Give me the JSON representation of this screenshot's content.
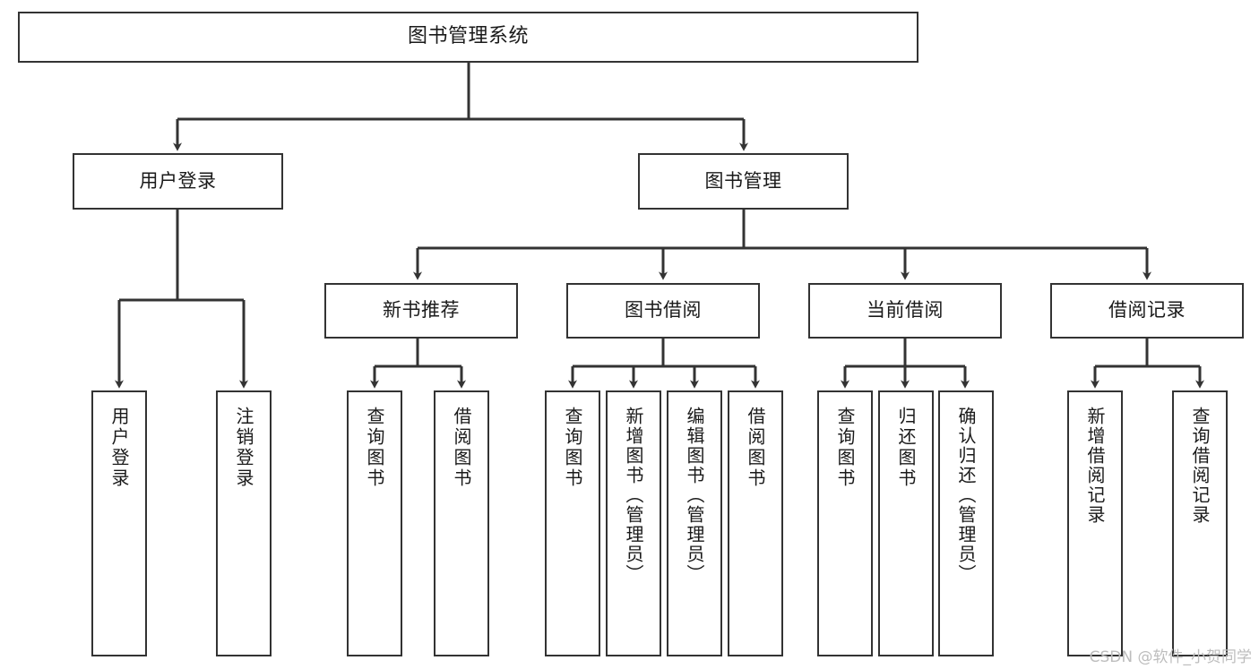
{
  "diagram": {
    "type": "tree-hierarchy-chart",
    "title": "图书管理系统",
    "line_color": "#333333",
    "box_fill": "#ffffff",
    "text_color": "#1a1a1a",
    "watermark": "CSDN @软件_小贺同学",
    "nodes": {
      "root": {
        "label": "图书管理系统"
      },
      "level2": [
        {
          "id": "user-login",
          "label": "用户登录"
        },
        {
          "id": "book-manage",
          "label": "图书管理"
        }
      ],
      "level3": [
        {
          "id": "new-book-recommend",
          "label": "新书推荐"
        },
        {
          "id": "book-borrow",
          "label": "图书借阅"
        },
        {
          "id": "current-borrow",
          "label": "当前借阅"
        },
        {
          "id": "borrow-record",
          "label": "借阅记录"
        }
      ],
      "leaves": {
        "user_login": [
          {
            "id": "leaf-user-login",
            "label": "用户登录"
          },
          {
            "id": "leaf-logout-login",
            "label": "注销登录"
          }
        ],
        "new_book_recommend": [
          {
            "id": "leaf-query-book-1",
            "label": "查询图书"
          },
          {
            "id": "leaf-borrow-book-1",
            "label": "借阅图书"
          }
        ],
        "book_borrow": [
          {
            "id": "leaf-query-book-2",
            "label": "查询图书"
          },
          {
            "id": "leaf-add-book",
            "label": "新增图书（管理员）"
          },
          {
            "id": "leaf-edit-book",
            "label": "编辑图书（管理员）"
          },
          {
            "id": "leaf-borrow-book-2",
            "label": "借阅图书"
          }
        ],
        "current_borrow": [
          {
            "id": "leaf-query-book-3",
            "label": "查询图书"
          },
          {
            "id": "leaf-return-book",
            "label": "归还图书"
          },
          {
            "id": "leaf-confirm-return",
            "label": "确认归还（管理员）"
          }
        ],
        "borrow_record": [
          {
            "id": "leaf-add-record",
            "label": "新增借阅记录"
          },
          {
            "id": "leaf-query-record",
            "label": "查询借阅记录"
          }
        ]
      }
    }
  }
}
